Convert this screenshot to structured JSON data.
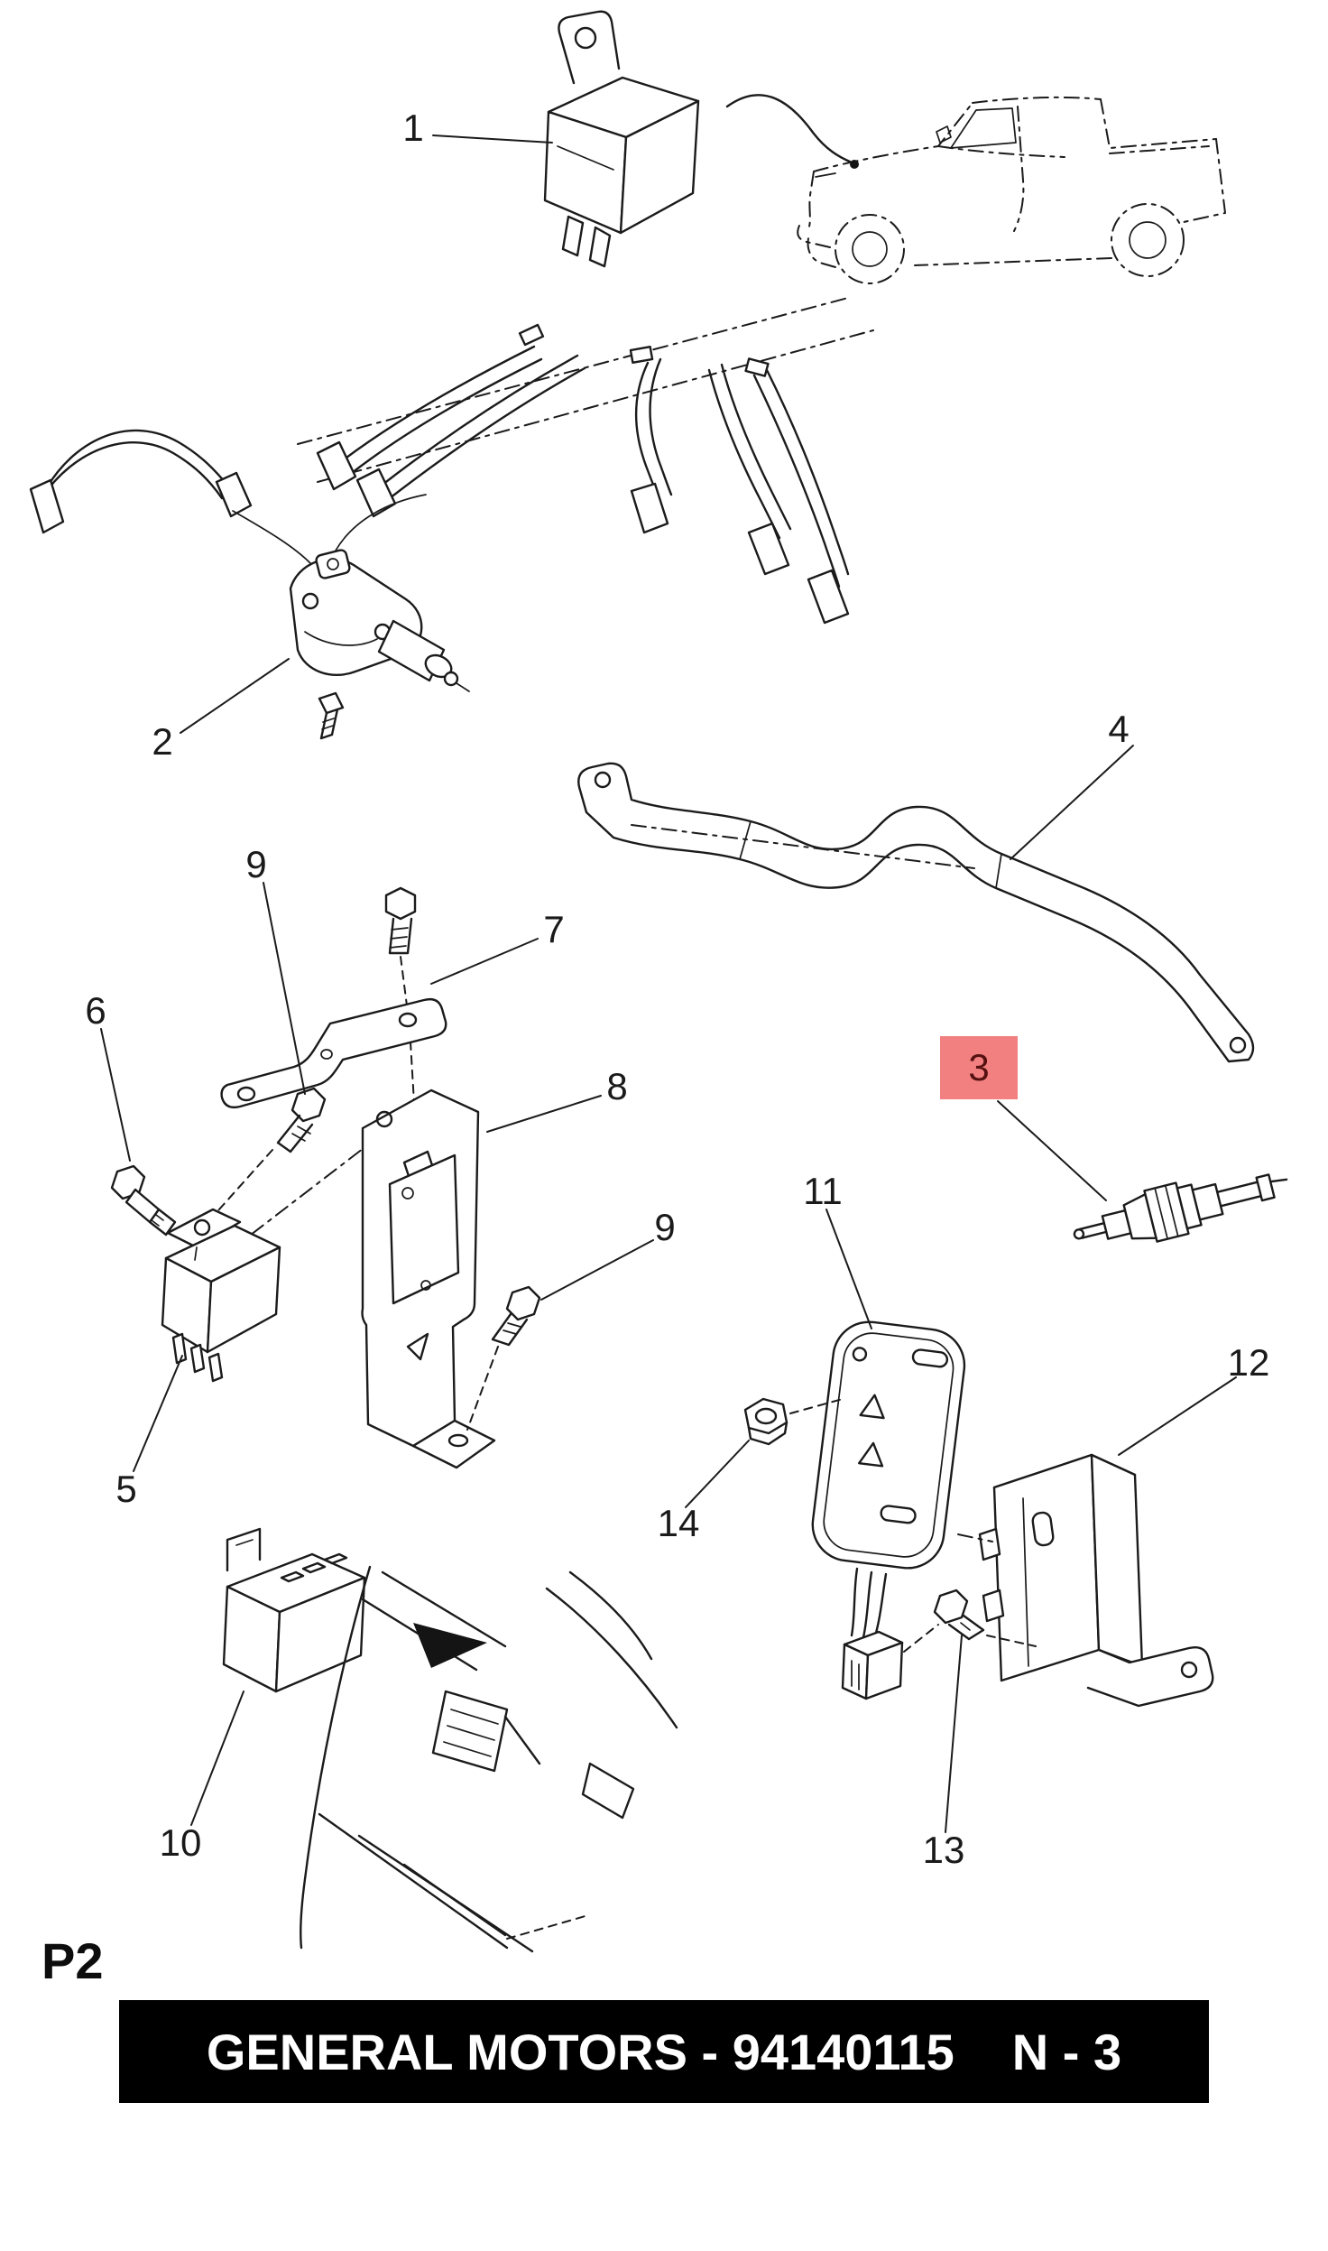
{
  "page": {
    "label": "P2"
  },
  "footer": {
    "left": "GENERAL MOTORS - 94140115",
    "right": "N - 3",
    "bg": "#000000",
    "fg": "#ffffff"
  },
  "highlight": {
    "bg": "#f28080",
    "fg": "#551111"
  },
  "callouts": [
    {
      "label": "1",
      "highlighted": false
    },
    {
      "label": "2",
      "highlighted": false
    },
    {
      "label": "4",
      "highlighted": false
    },
    {
      "label": "9",
      "highlighted": false
    },
    {
      "label": "7",
      "highlighted": false
    },
    {
      "label": "6",
      "highlighted": false
    },
    {
      "label": "3",
      "highlighted": true
    },
    {
      "label": "8",
      "highlighted": false
    },
    {
      "label": "11",
      "highlighted": false
    },
    {
      "label": "9",
      "highlighted": false
    },
    {
      "label": "12",
      "highlighted": false
    },
    {
      "label": "5",
      "highlighted": false
    },
    {
      "label": "14",
      "highlighted": false
    },
    {
      "label": "10",
      "highlighted": false
    },
    {
      "label": "13",
      "highlighted": false
    }
  ]
}
